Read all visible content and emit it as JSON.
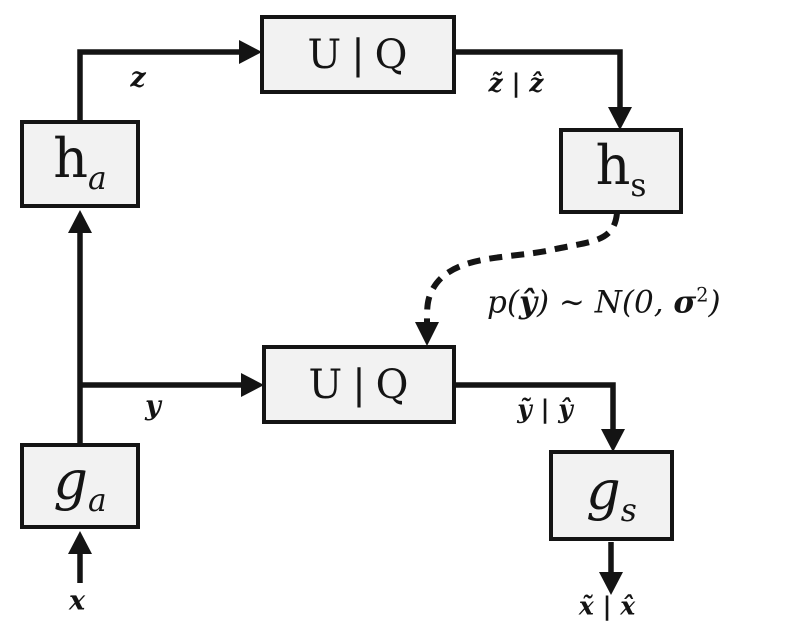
{
  "figure": {
    "background": "#ffffff",
    "stroke_color": "#141414",
    "box_fill": "#f2f2f2"
  },
  "boxes": {
    "ha": {
      "main": "h",
      "sub": "a"
    },
    "ga": {
      "main": "g",
      "sub": "a"
    },
    "hs": {
      "main": "h",
      "sub": "s"
    },
    "gs": {
      "main": "g",
      "sub": "s"
    },
    "uq_top": {
      "label": "U | Q"
    },
    "uq_bottom": {
      "label": "U | Q"
    }
  },
  "edge_labels": {
    "z": "z",
    "y": "y",
    "x": "x",
    "z_tilde_hat": "z̃ | ẑ",
    "y_tilde_hat": "ỹ | ŷ",
    "x_tilde_hat": "x̃ | x̂"
  },
  "prior": {
    "p_open": "p(",
    "y_hat": "ŷ",
    "sim": ") ∼ ",
    "script_n": "N",
    "args_open": "(0, ",
    "sigma": "σ",
    "exponent": "2",
    "args_close": ")"
  }
}
